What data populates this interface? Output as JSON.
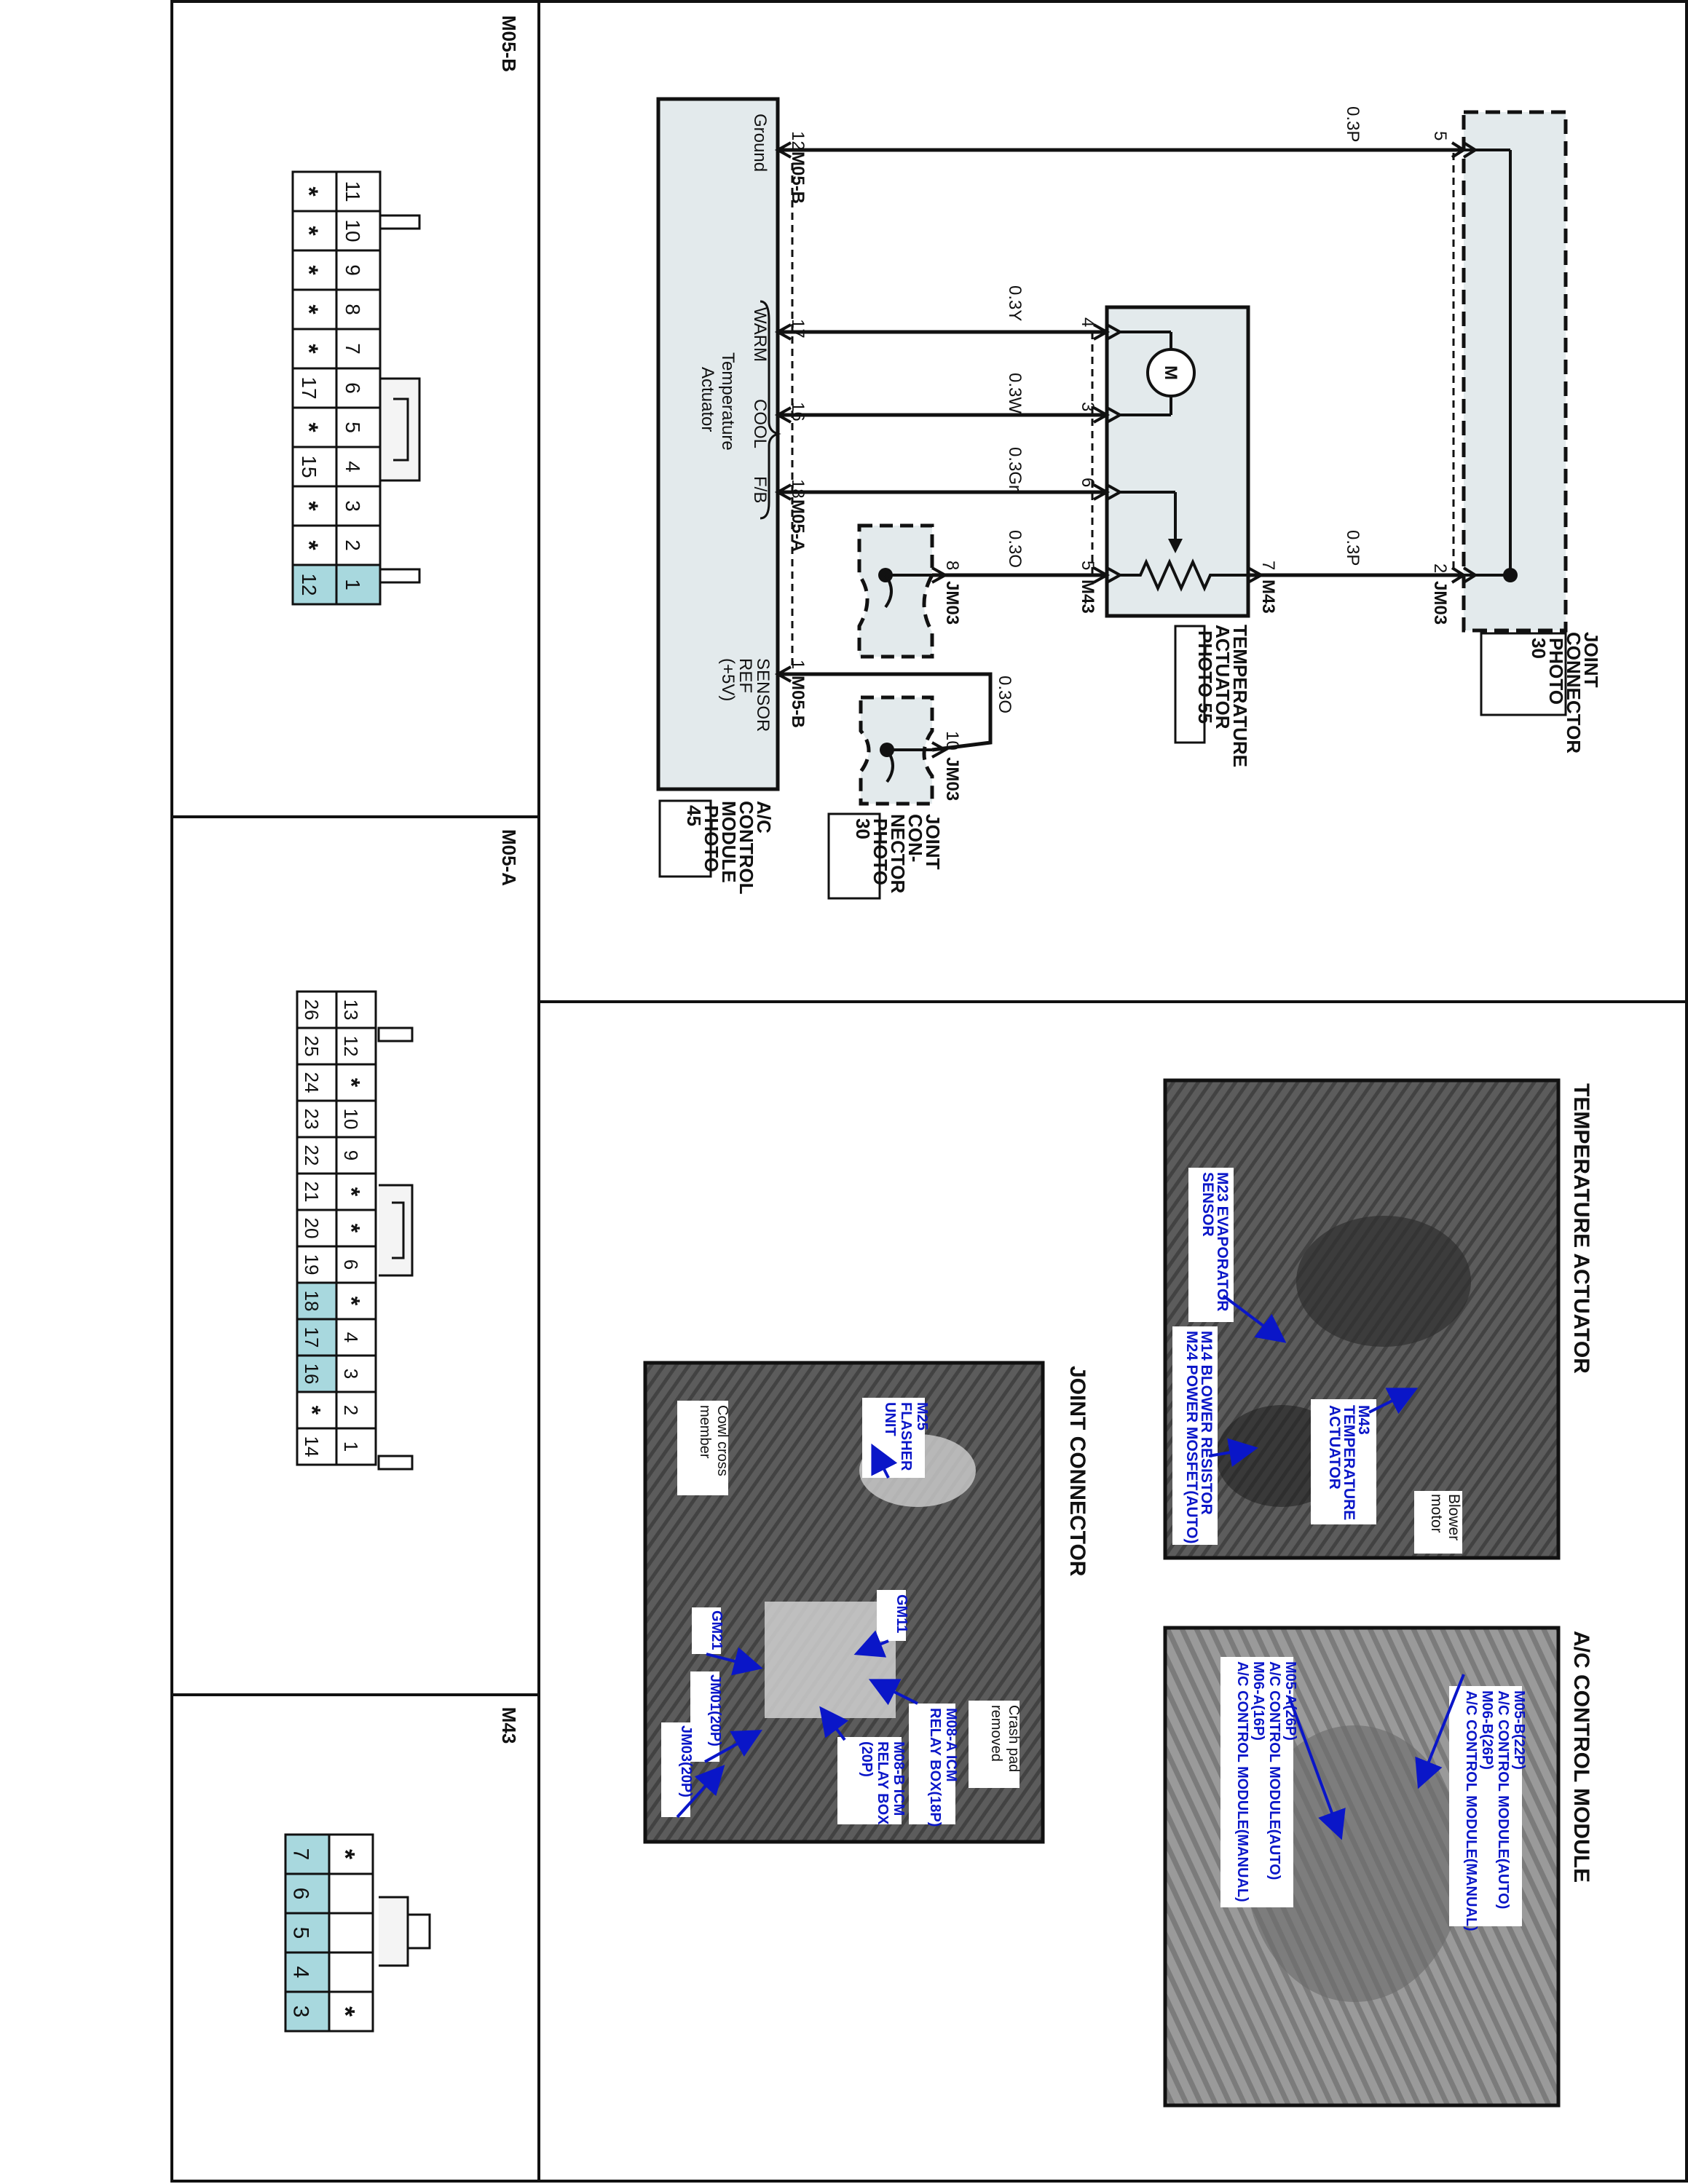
{
  "connectors": {
    "m05b": {
      "title": "M05-B",
      "top_row": [
        "11",
        "10",
        "9",
        "8",
        "7",
        "6",
        "5",
        "4",
        "3",
        "2",
        "1"
      ],
      "bottom_row": [
        "*",
        "*",
        "*",
        "*",
        "*",
        "17",
        "*",
        "15",
        "*",
        "*",
        "12"
      ],
      "highlighted": [
        "1",
        "12"
      ]
    },
    "m05a": {
      "title": "M05-A",
      "top_row": [
        "13",
        "12",
        "*",
        "10",
        "9",
        "*",
        "*",
        "6",
        "*",
        "4",
        "3",
        "2",
        "1"
      ],
      "bottom_row": [
        "26",
        "25",
        "24",
        "23",
        "22",
        "21",
        "20",
        "19",
        "18",
        "17",
        "16",
        "*",
        "14"
      ],
      "highlighted": [
        "18",
        "17",
        "16"
      ]
    },
    "m43": {
      "title": "M43",
      "top_row": [
        "*",
        "",
        "",
        "",
        "*"
      ],
      "bottom_row": [
        "7",
        "6",
        "5",
        "4",
        "3"
      ],
      "highlighted": [
        "7",
        "6",
        "5",
        "4",
        "3"
      ]
    }
  },
  "schematic": {
    "wires": {
      "ground_color": "0.3P",
      "jc_to_actuator_color": "0.3P",
      "warm_color": "0.3Y",
      "cool_color": "0.3W",
      "fb_color": "0.3Gr",
      "jm03_pin8_color": "0.3O",
      "sensor_ref_color": "0.3O"
    },
    "pins": {
      "jc_pin5": "5",
      "jc_pin2": "2",
      "jc_pin2_ref": "JM03",
      "module_pin12": "12",
      "module_pin12_ref": "M05-B",
      "module_pin17": "17",
      "module_pin16": "16",
      "module_pin18": "18",
      "module_pin18_ref": "M05-A",
      "module_pin1": "1",
      "module_pin1_ref": "M05-B",
      "act_pin4": "4",
      "act_pin3": "3",
      "act_pin6": "6",
      "act_pin5": "5",
      "act_pin5_ref": "M43",
      "act_pin7": "7",
      "act_pin7_ref": "M43",
      "jm03_pin8": "8",
      "jm03_pin8_ref": "JM03",
      "jm03_pin10": "10",
      "jm03_pin10_ref": "JM03"
    },
    "module_labels": {
      "ground": "Ground",
      "warm": "WARM",
      "cool": "COOL",
      "fb": "F/B",
      "temp_line1": "Temperature",
      "temp_line2": "Actuator",
      "sensor_line1": "SENSOR",
      "sensor_line2": "REF",
      "sensor_line3": "(+5V)",
      "motor": "M"
    },
    "components": {
      "jc_top_line1": "JOINT",
      "jc_top_line2": "CONNECTOR",
      "jc_top_photo": "PHOTO",
      "jc_top_photo_num": "30",
      "act_line1": "TEMPERATURE",
      "act_line2": "ACTUATOR",
      "act_photo": "PHOTO 55",
      "jc_bot_line1": "JOINT",
      "jc_bot_line2": "CON-",
      "jc_bot_line3": "NECTOR",
      "jc_bot_photo": "PHOTO",
      "jc_bot_photo_num": "30",
      "mod_line1": "A/C",
      "mod_line2": "CONTROL",
      "mod_line3": "MODULE",
      "mod_photo": "PHOTO",
      "mod_photo_num": "45"
    }
  },
  "photos": {
    "temp_actuator": {
      "title": "TEMPERATURE ACTUATOR",
      "callouts": {
        "m43_1": "M43",
        "m43_2": "TEMPERATURE",
        "m43_3": "ACTUATOR",
        "blower_1": "Blower",
        "blower_2": "motor",
        "evap_1": "M23 EVAPORATOR",
        "evap_2": "SENSOR",
        "res_1": "M14 BLOWER RESISTOR",
        "res_2": "M24 POWER MOSFET(AUTO)"
      }
    },
    "ac_module": {
      "title": "A/C CONTROL MODULE",
      "callouts": {
        "b1": "M05-B(22P)",
        "b2": "A/C CONTROL MODULE(AUTO)",
        "b3": "M06-B(26P)",
        "b4": "A/C CONTROL MODULE(MANUAL)",
        "a1": "M05-A(26P)",
        "a2": "A/C CONTROL MODULE(AUTO)",
        "a3": "M06-A(16P)",
        "a4": "A/C CONTROL MODULE(MANUAL)"
      }
    },
    "joint_connector": {
      "title": "JOINT CONNECTOR",
      "callouts": {
        "fl1": "M25",
        "fl2": "FLASHER",
        "fl3": "UNIT",
        "cowl1": "Cowl cross",
        "cowl2": "member",
        "gm11": "GM11",
        "crash1": "Crash pad",
        "crash2": "removed",
        "icma1": "M08-A ICM",
        "icma2": "RELAY BOX(18P)",
        "icmb1": "M08-B ICM",
        "icmb2": "RELAY BOX",
        "icmb3": "(20P)",
        "gm21": "GM21",
        "jm01": "JM01(20P)",
        "jm03": "JM03(20P)"
      }
    }
  }
}
